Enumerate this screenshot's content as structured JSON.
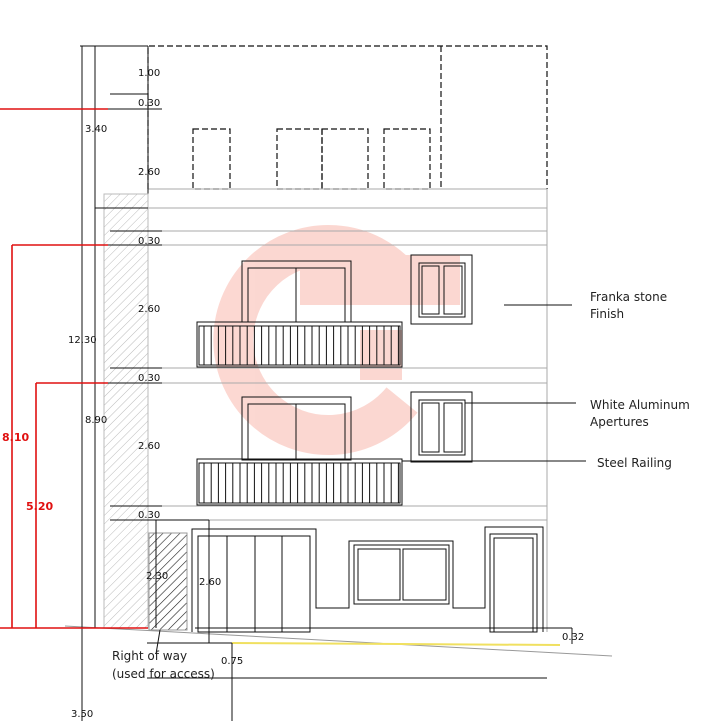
{
  "dimensions": {
    "parapet": "1.00",
    "slab_top": "0.30",
    "roof_floor": "2.60",
    "slab_3": "0.30",
    "floor_2": "2.60",
    "slab_2": "0.30",
    "floor_1": "2.60",
    "slab_1": "0.30",
    "total_height": "12.30",
    "roof_level": "3.40",
    "height_8_90": "8.90",
    "right_of_way_height": "2.30",
    "ground_height": "2.60",
    "street_offset": "0.75",
    "street_width": "3.50",
    "level_diff": "0.32"
  },
  "red_dimensions": {
    "height_a": "8.10",
    "height_b": "5.20"
  },
  "annotations": {
    "stone_1": "Franka stone",
    "stone_2": "Finish",
    "apertures_1": "White Aluminum",
    "apertures_2": "Apertures",
    "railing": "Steel Railing",
    "row_1": "Right of way",
    "row_2": "(used for access)"
  },
  "colors": {
    "red_dims": "#e01010",
    "watermark": "#f9b8ad",
    "ground_line": "#f0e060"
  }
}
